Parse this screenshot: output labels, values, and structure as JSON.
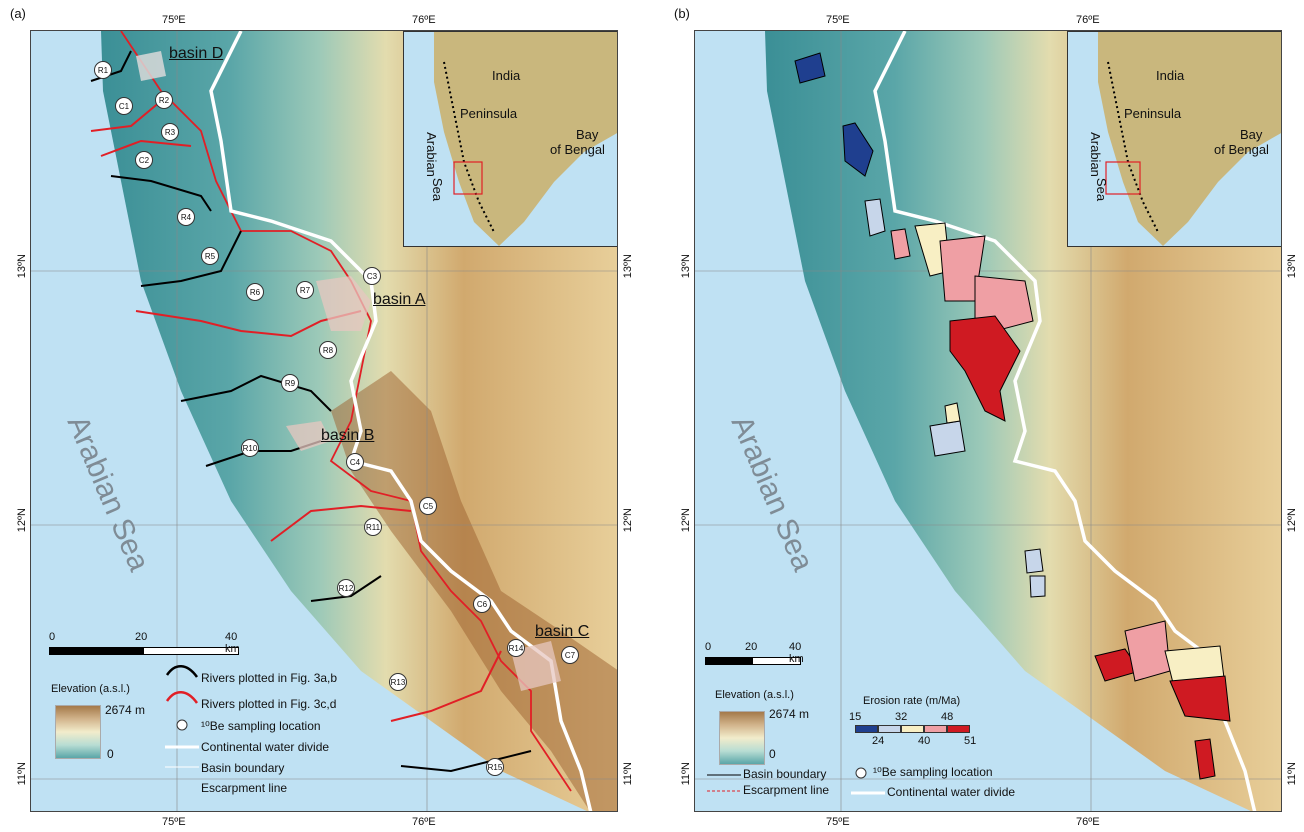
{
  "panels": [
    {
      "label": "(a)"
    },
    {
      "label": "(b)"
    }
  ],
  "ticks": {
    "lon_75": "75ºE",
    "lon_76": "76ºE",
    "lat_13": "13ºN",
    "lat_12": "12ºN",
    "lat_11": "11ºN"
  },
  "sea_label": "Arabian Sea",
  "basins": {
    "a": "basin A",
    "b": "basin B",
    "c": "basin C",
    "d": "basin D"
  },
  "rivers": [
    "R1",
    "R2",
    "R3",
    "R4",
    "R5",
    "R6",
    "R7",
    "R8",
    "R9",
    "R10",
    "R11",
    "R12",
    "R13",
    "R14",
    "R15"
  ],
  "coastal": [
    "C1",
    "C2",
    "C3",
    "C4",
    "C5",
    "C6",
    "C7"
  ],
  "inset": {
    "india": "India",
    "peninsula": "Peninsula",
    "arabian": "Arabian",
    "sea": "Sea",
    "bay": "Bay",
    "of_bengal": "of Bengal"
  },
  "scale": {
    "zero": "0",
    "twenty": "20",
    "forty": "40 km"
  },
  "legend_a": {
    "rivers_ab": "Rivers plotted in Fig. 3a,b",
    "rivers_cd": "Rivers plotted in Fig. 3c,d",
    "sampling": "¹⁰Be sampling location",
    "divide": "Continental water divide",
    "basin_boundary": "Basin boundary",
    "escarpment": "Escarpment line"
  },
  "elevation": {
    "title": "Elevation (a.s.l.)",
    "max": "2674 m",
    "min": "0"
  },
  "legend_b": {
    "basin_boundary": "Basin boundary",
    "escarpment": "Escarpment line",
    "sampling": "¹⁰Be sampling location",
    "divide": "Continental water divide"
  },
  "erosion": {
    "title": "Erosion rate (m/Ma)",
    "top_labels": [
      "15",
      "32",
      "48"
    ],
    "bottom_labels": [
      "24",
      "40",
      "51"
    ],
    "colors": [
      "#1f3f8f",
      "#c7d6ea",
      "#f8efc4",
      "#ef9fa4",
      "#cf1a22"
    ]
  },
  "colors": {
    "sea": "#bfe1f3",
    "river_red": "#e11f26",
    "divide": "#ffffff"
  }
}
